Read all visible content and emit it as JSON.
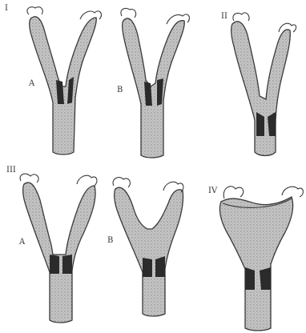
{
  "figure": {
    "panels": [
      {
        "id": "p1",
        "number": "I",
        "letter": "A"
      },
      {
        "id": "p2",
        "number": "",
        "letter": "B"
      },
      {
        "id": "p3",
        "number": "II",
        "letter": ""
      },
      {
        "id": "p4",
        "number": "III",
        "letter": "A"
      },
      {
        "id": "p5",
        "number": "",
        "letter": "B"
      },
      {
        "id": "p6",
        "number": "IV",
        "letter": ""
      }
    ]
  },
  "colors": {
    "ink": "#3a3a3a",
    "shade": "#bdbdbd",
    "dark": "#2b2b2b",
    "paper": "#ffffff"
  }
}
